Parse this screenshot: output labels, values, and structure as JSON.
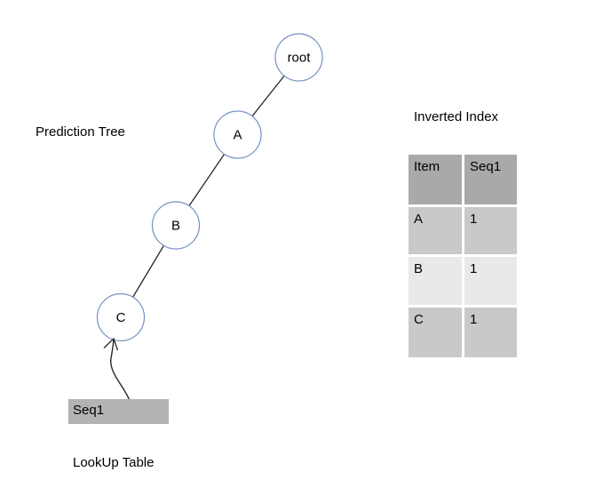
{
  "tree": {
    "title": "Prediction Tree",
    "nodes": [
      {
        "id": "root",
        "label": "root"
      },
      {
        "id": "A",
        "label": "A"
      },
      {
        "id": "B",
        "label": "B"
      },
      {
        "id": "C",
        "label": "C"
      }
    ],
    "edges": [
      [
        "root",
        "A"
      ],
      [
        "A",
        "B"
      ],
      [
        "B",
        "C"
      ]
    ]
  },
  "inverted_index": {
    "title": "Inverted Index",
    "columns": [
      "Item",
      "Seq1"
    ],
    "rows": [
      [
        "A",
        "1"
      ],
      [
        "B",
        "1"
      ],
      [
        "C",
        "1"
      ]
    ]
  },
  "lookup_table": {
    "title": "LookUp Table",
    "seq_label": "Seq1"
  },
  "colors": {
    "background": "#ffffff",
    "node_border": "#7491c0",
    "edge_line": "#262626",
    "table_header_bg": "#a9a9a9",
    "table_row_bg": "#c9c9c9",
    "table_row_alt_bg": "#e9e9e9",
    "lookup_box_bg": "#b3b3b3",
    "text": "#000000"
  }
}
